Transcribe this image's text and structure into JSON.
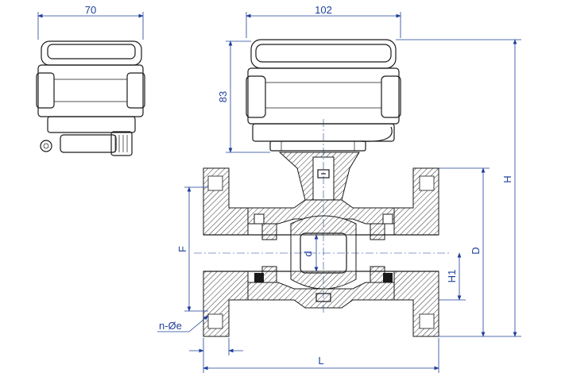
{
  "dimensions": {
    "side_width": "70",
    "front_width": "102",
    "actuator_height": "83",
    "total_height": "H",
    "flange_diameter": "D",
    "bolt_circle": "F",
    "center_height": "H1",
    "bore": "d",
    "length": "L",
    "holes": "n-Øe"
  },
  "colors": {
    "dimension": "#1f3f9a",
    "outline": "#1a1a1a"
  }
}
